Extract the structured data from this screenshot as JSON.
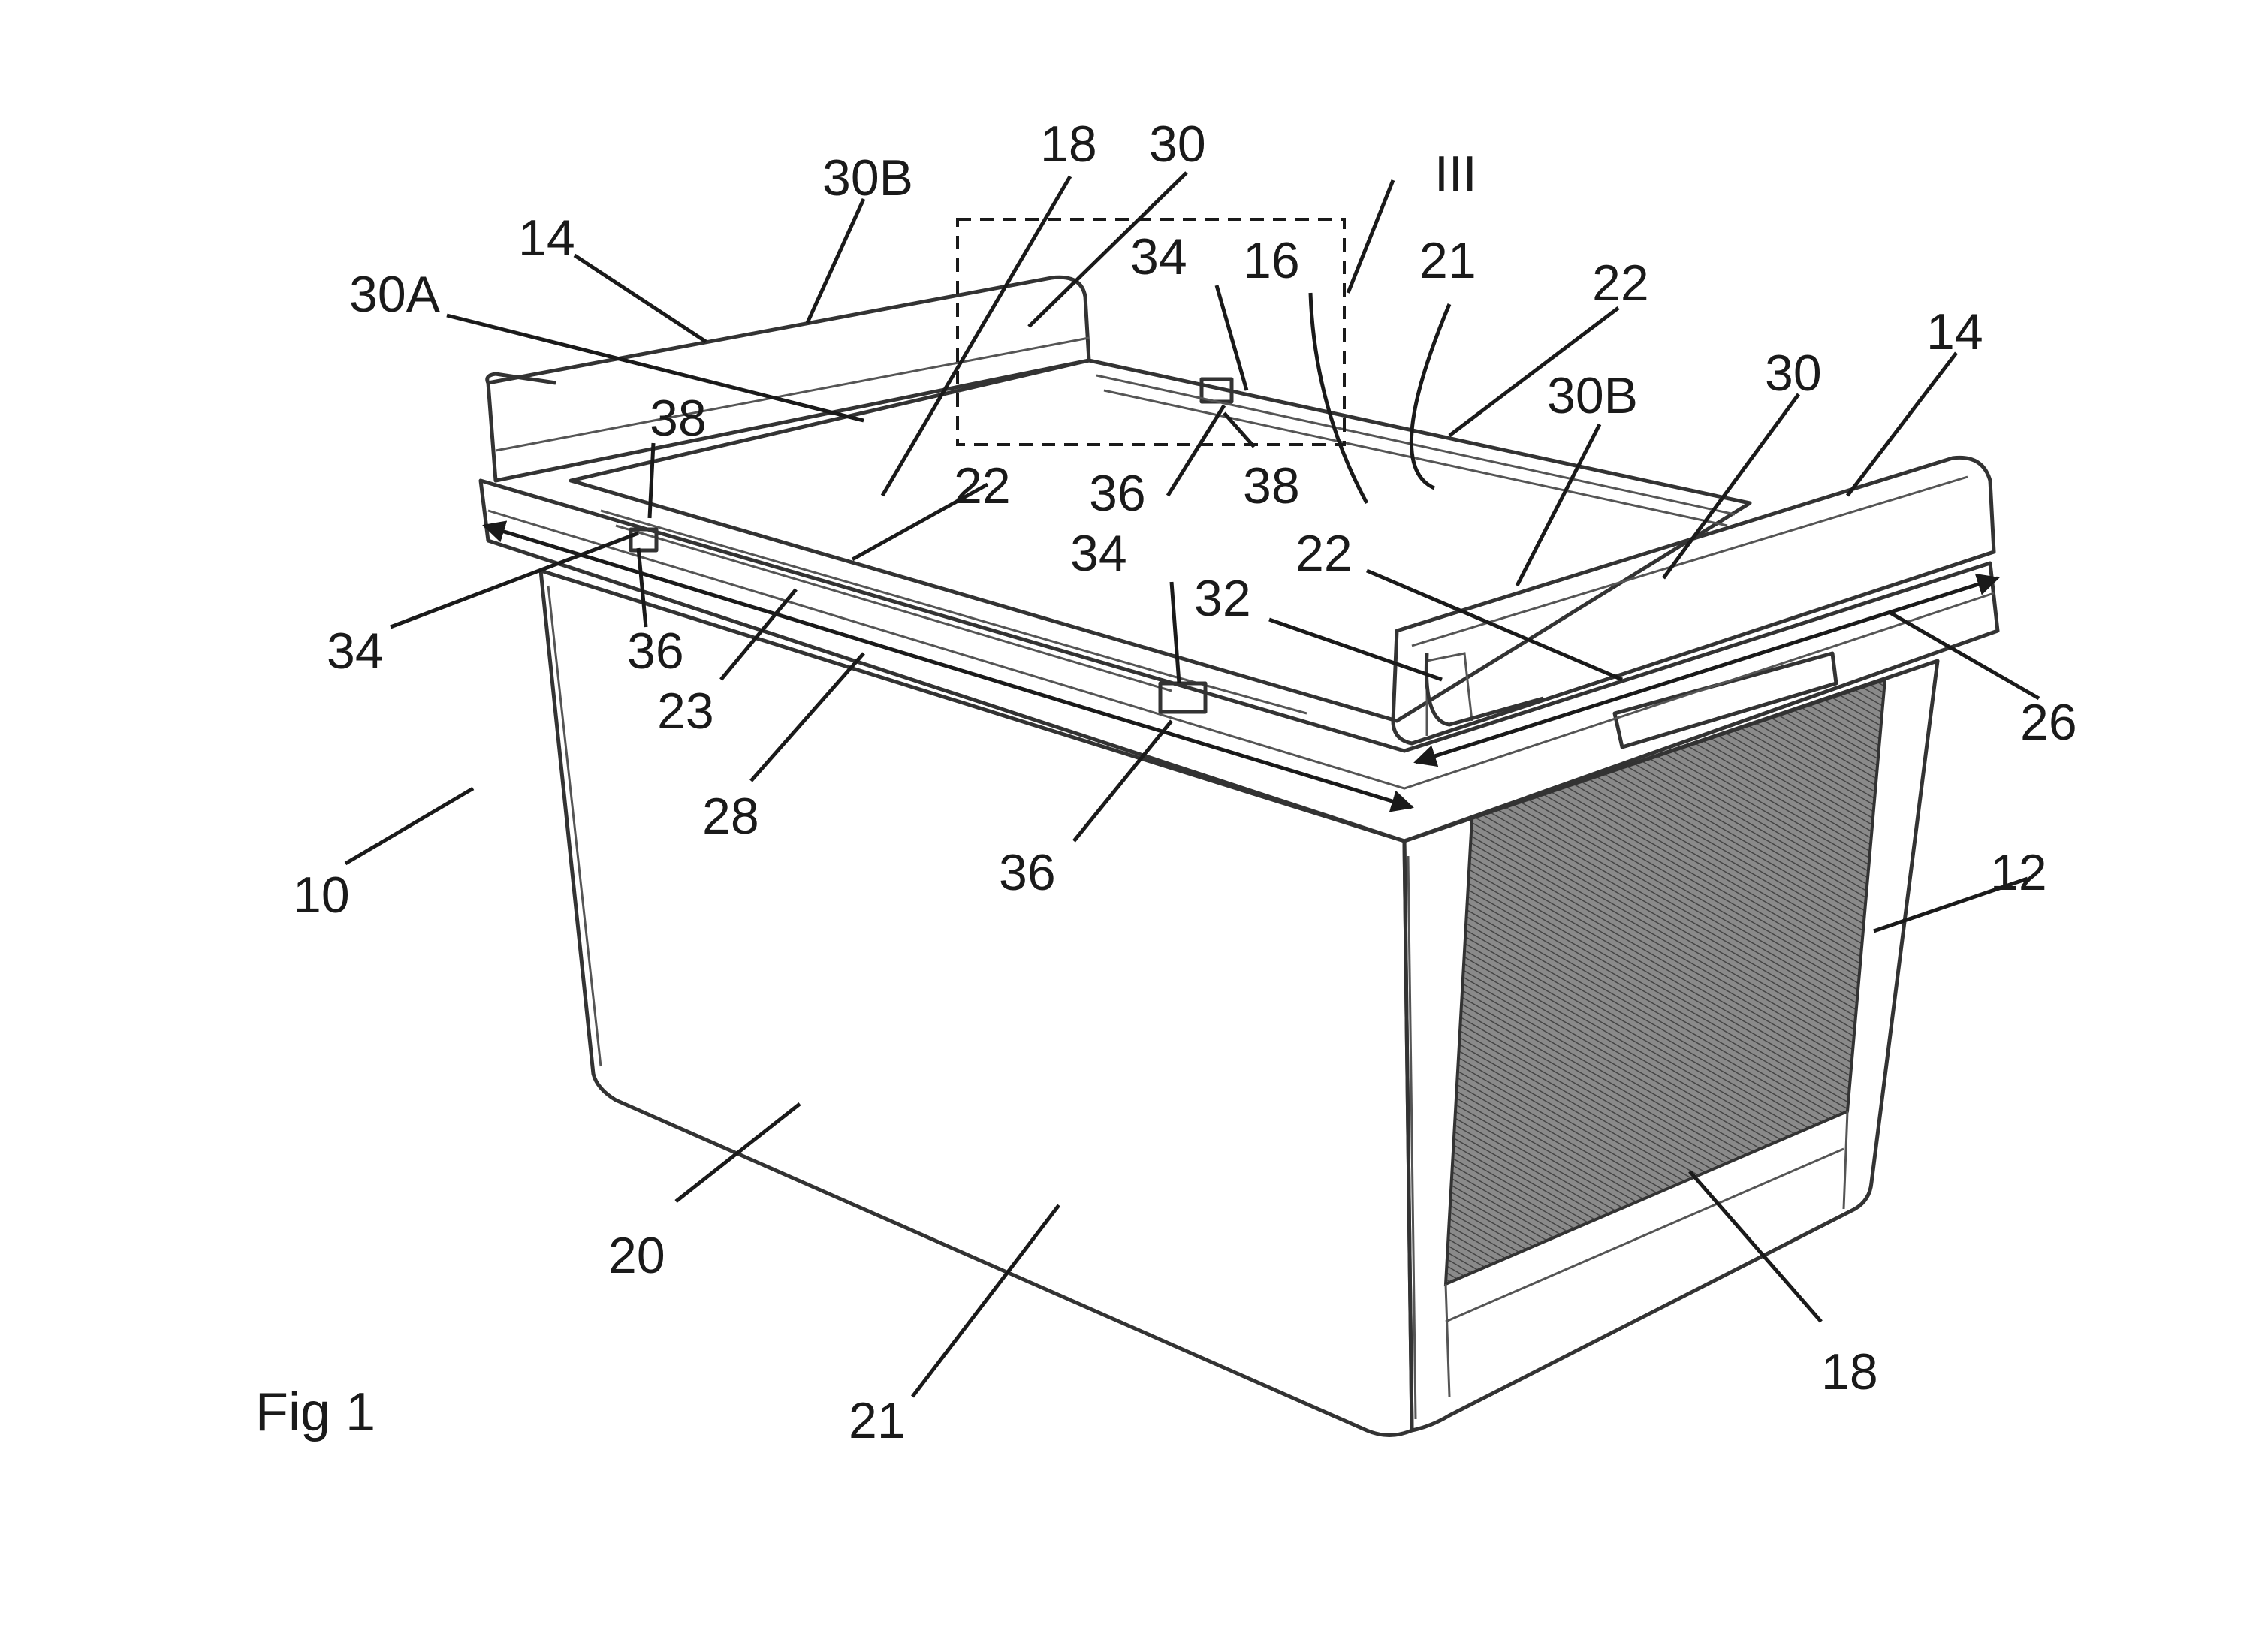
{
  "figure": {
    "caption": "Fig 1",
    "detail_marker": "III"
  },
  "reference_numerals": [
    {
      "id": "n-30b-left",
      "text": "30B"
    },
    {
      "id": "n-14-left",
      "text": "14"
    },
    {
      "id": "n-30a",
      "text": "30A"
    },
    {
      "id": "n-18-top",
      "text": "18"
    },
    {
      "id": "n-30-top",
      "text": "30"
    },
    {
      "id": "n-iii",
      "text": "III"
    },
    {
      "id": "n-34-top",
      "text": "34"
    },
    {
      "id": "n-16",
      "text": "16"
    },
    {
      "id": "n-21-top",
      "text": "21"
    },
    {
      "id": "n-22-top-right",
      "text": "22"
    },
    {
      "id": "n-14-right",
      "text": "14"
    },
    {
      "id": "n-30b-right",
      "text": "30B"
    },
    {
      "id": "n-30-right",
      "text": "30"
    },
    {
      "id": "n-38-left",
      "text": "38"
    },
    {
      "id": "n-22-mid",
      "text": "22"
    },
    {
      "id": "n-36-top",
      "text": "36"
    },
    {
      "id": "n-38-top",
      "text": "38"
    },
    {
      "id": "n-34-mid",
      "text": "34"
    },
    {
      "id": "n-22-right",
      "text": "22"
    },
    {
      "id": "n-32",
      "text": "32"
    },
    {
      "id": "n-34-left",
      "text": "34"
    },
    {
      "id": "n-36-left",
      "text": "36"
    },
    {
      "id": "n-23",
      "text": "23"
    },
    {
      "id": "n-26",
      "text": "26"
    },
    {
      "id": "n-28",
      "text": "28"
    },
    {
      "id": "n-12",
      "text": "12"
    },
    {
      "id": "n-10",
      "text": "10"
    },
    {
      "id": "n-36-bottom",
      "text": "36"
    },
    {
      "id": "n-20",
      "text": "20"
    },
    {
      "id": "n-18-bottom",
      "text": "18"
    },
    {
      "id": "n-21-bottom",
      "text": "21"
    }
  ]
}
